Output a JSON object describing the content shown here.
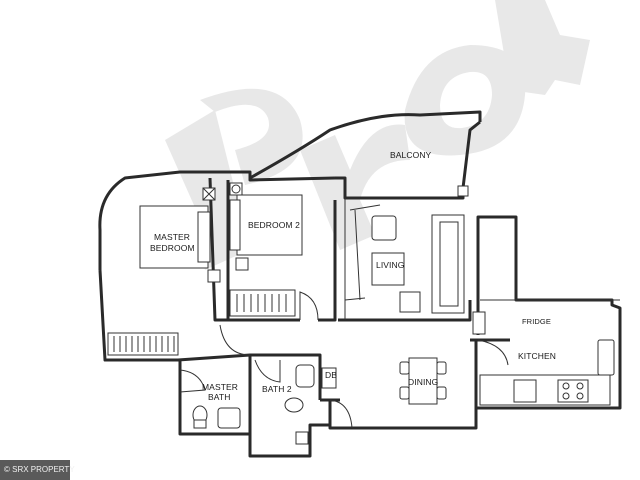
{
  "watermark": "PrOP",
  "rooms": {
    "balcony": "BALCONY",
    "master_bedroom_1": "MASTER",
    "master_bedroom_2": "BEDROOM",
    "bedroom2": "BEDROOM 2",
    "living": "LIVING",
    "kitchen": "KITCHEN",
    "dining": "DINING",
    "master_bath_1": "MASTER",
    "master_bath_2": "BATH",
    "bath2": "BATH 2",
    "db": "DB",
    "fridge": "FRIDGE"
  },
  "credit": "© SRX PROPERTY",
  "colors": {
    "wall": "#2a2a2a",
    "watermark": "#e6e6e6",
    "credit_bg": "#5a5a5a"
  }
}
